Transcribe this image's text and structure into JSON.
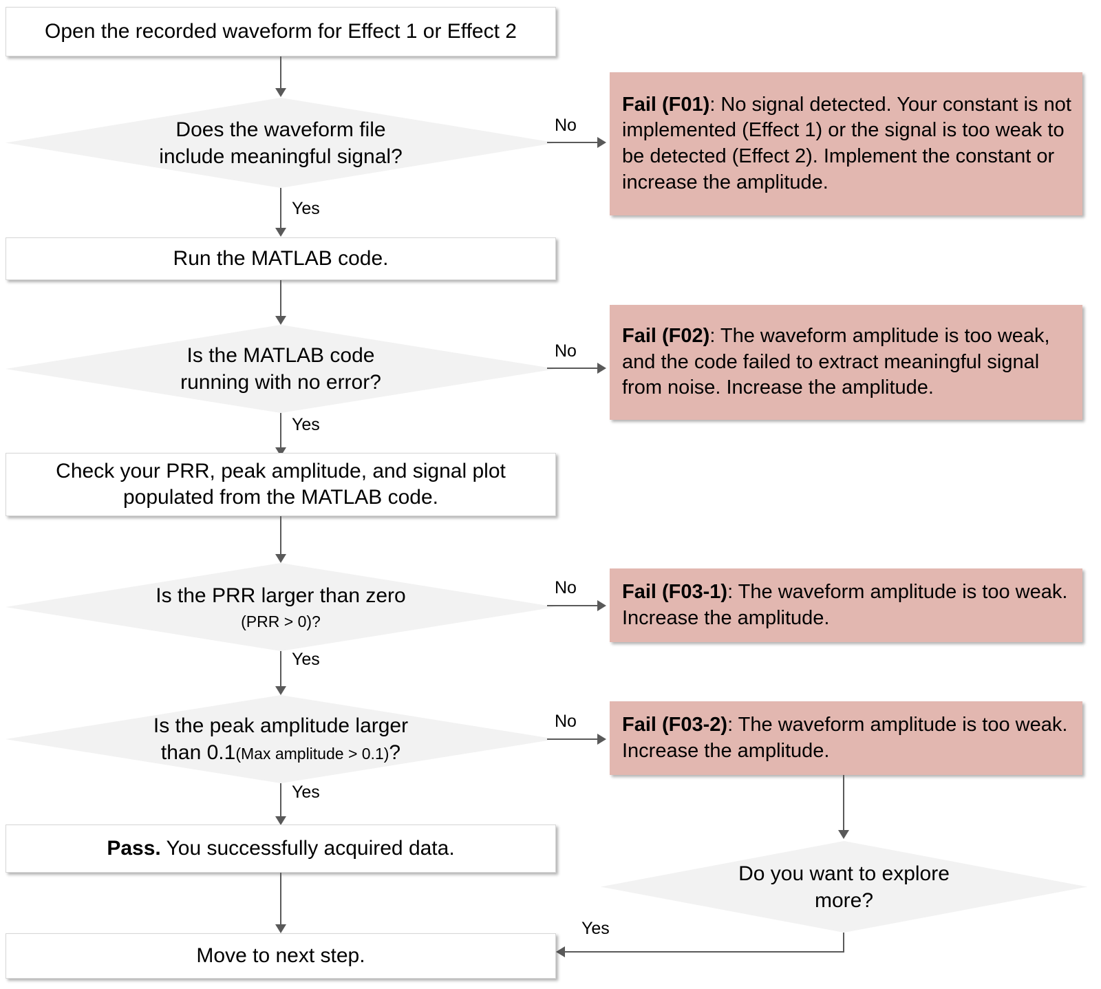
{
  "diagram": {
    "type": "flowchart",
    "title": "Waveform data-acquisition troubleshooting flowchart",
    "colors": {
      "process_fill": "#ffffff",
      "decision_fill": "#f2f2f2",
      "fail_fill": "#e2b7b0",
      "connector": "#595959",
      "text": "#000000"
    },
    "nodes": {
      "open_waveform": "Open the recorded waveform for Effect 1 or Effect 2",
      "decision_meaningful_signal_line1": "Does the waveform file",
      "decision_meaningful_signal_line2": "include meaningful signal?",
      "run_matlab": "Run the MATLAB code.",
      "decision_no_error_line1": "Is the MATLAB code",
      "decision_no_error_line2": "running with no error?",
      "check_outputs_line1": "Check your PRR, peak amplitude, and signal plot",
      "check_outputs_line2": "populated from the MATLAB code.",
      "decision_prr_line1": "Is the PRR  larger than zero",
      "decision_prr_line2": "(PRR > 0)?",
      "decision_peak_line1": "Is the peak amplitude larger",
      "decision_peak_line2_a": "than 0.1",
      "decision_peak_line2_b": "(Max amplitude > 0.1)",
      "decision_peak_line2_c": "?",
      "pass_bold": "Pass.",
      "pass_rest": " You successfully acquired data.",
      "move_next": "Move to next step.",
      "decision_explore_line1": "Do you want to explore",
      "decision_explore_line2": "more?"
    },
    "fail_boxes": [
      {
        "id": "F01",
        "label_bold": "Fail (F01)",
        "text": ": No signal detected. Your constant is not implemented (Effect 1) or the signal is too weak to be detected (Effect 2). Implement the constant or increase the amplitude."
      },
      {
        "id": "F02",
        "label_bold": "Fail (F02)",
        "text": ": The waveform amplitude is too weak, and the code failed to extract meaningful signal from noise. Increase the amplitude."
      },
      {
        "id": "F03-1",
        "label_bold": "Fail (F03-1)",
        "text": ": The waveform amplitude is too weak. Increase the amplitude."
      },
      {
        "id": "F03-2",
        "label_bold": "Fail (F03-2)",
        "text": ": The waveform amplitude is too weak. Increase the amplitude."
      }
    ],
    "edge_labels": {
      "no_1": "No",
      "no_2": "No",
      "no_3": "No",
      "no_4": "No",
      "yes_1": "Yes",
      "yes_2": "Yes",
      "yes_3": "Yes",
      "yes_4": "Yes",
      "yes_explore": "Yes"
    }
  }
}
